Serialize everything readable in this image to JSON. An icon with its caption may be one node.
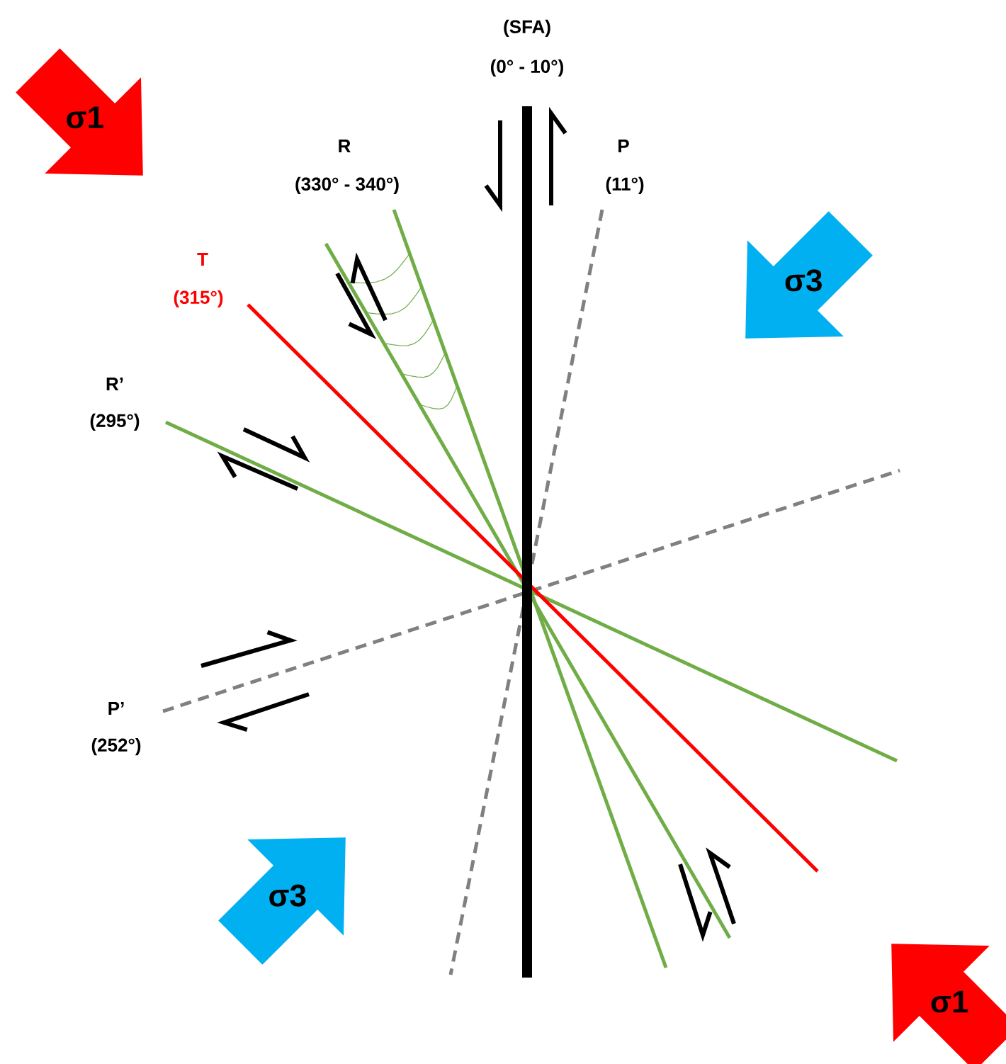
{
  "diagram": {
    "nodes": [
      {
        "text": [
          "σ1"
        ]
      },
      {
        "text": [
          "σ3"
        ]
      },
      {
        "text": [
          "σ3"
        ]
      },
      {
        "text": [
          "σ1"
        ]
      }
    ],
    "labels": [
      "(SFA)",
      "(0° - 10°)",
      "R",
      "(330° - 340°)",
      "P",
      "(11°)",
      "T",
      "(315°)",
      "R’",
      "(295°)",
      "P’",
      "(252°)"
    ]
  }
}
